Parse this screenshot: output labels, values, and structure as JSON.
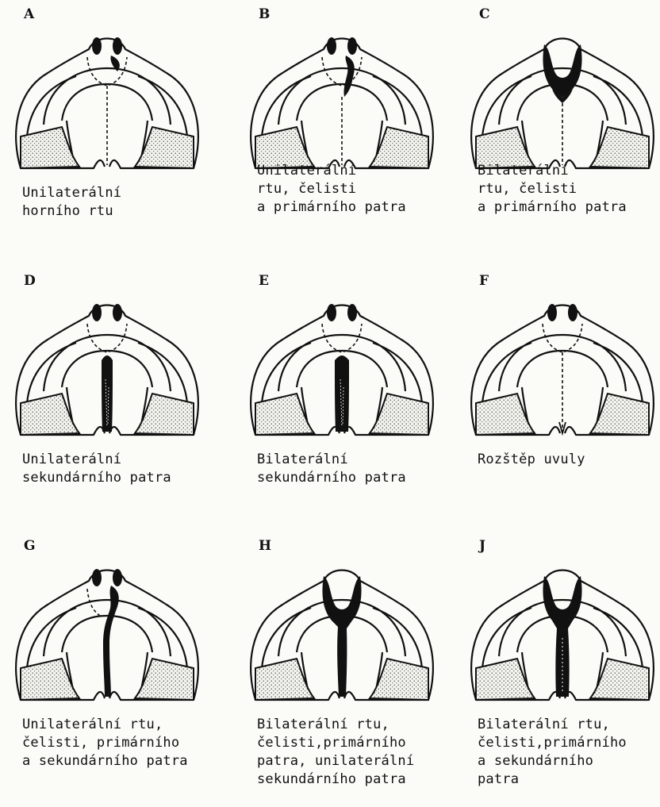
{
  "figure": {
    "panels": [
      {
        "letter": "A",
        "caption": "Unilaterální\nhorního rtu",
        "variant": "A"
      },
      {
        "letter": "B",
        "caption": "Unilaterální\nrtu, čelisti\na primárního patra",
        "variant": "B"
      },
      {
        "letter": "C",
        "caption": "Bilaterální\nrtu, čelisti\na primárního patra",
        "variant": "C"
      },
      {
        "letter": "D",
        "caption": "Unilaterální\nsekundárního patra",
        "variant": "D"
      },
      {
        "letter": "E",
        "caption": "Bilaterální\nsekundárního patra",
        "variant": "E"
      },
      {
        "letter": "F",
        "caption": "Rozštěp uvuly",
        "variant": "F"
      },
      {
        "letter": "G",
        "caption": "Unilaterální rtu,\nčelisti, primárního\na sekundárního patra",
        "variant": "G"
      },
      {
        "letter": "H",
        "caption": "Bilaterální rtu,\nčelisti,primárního\npatra, unilaterální\nsekundárního patra",
        "variant": "H"
      },
      {
        "letter": "J",
        "caption": "Bilaterální rtu,\nčelisti,primárního\na sekundárního\npatra",
        "variant": "J"
      }
    ]
  }
}
